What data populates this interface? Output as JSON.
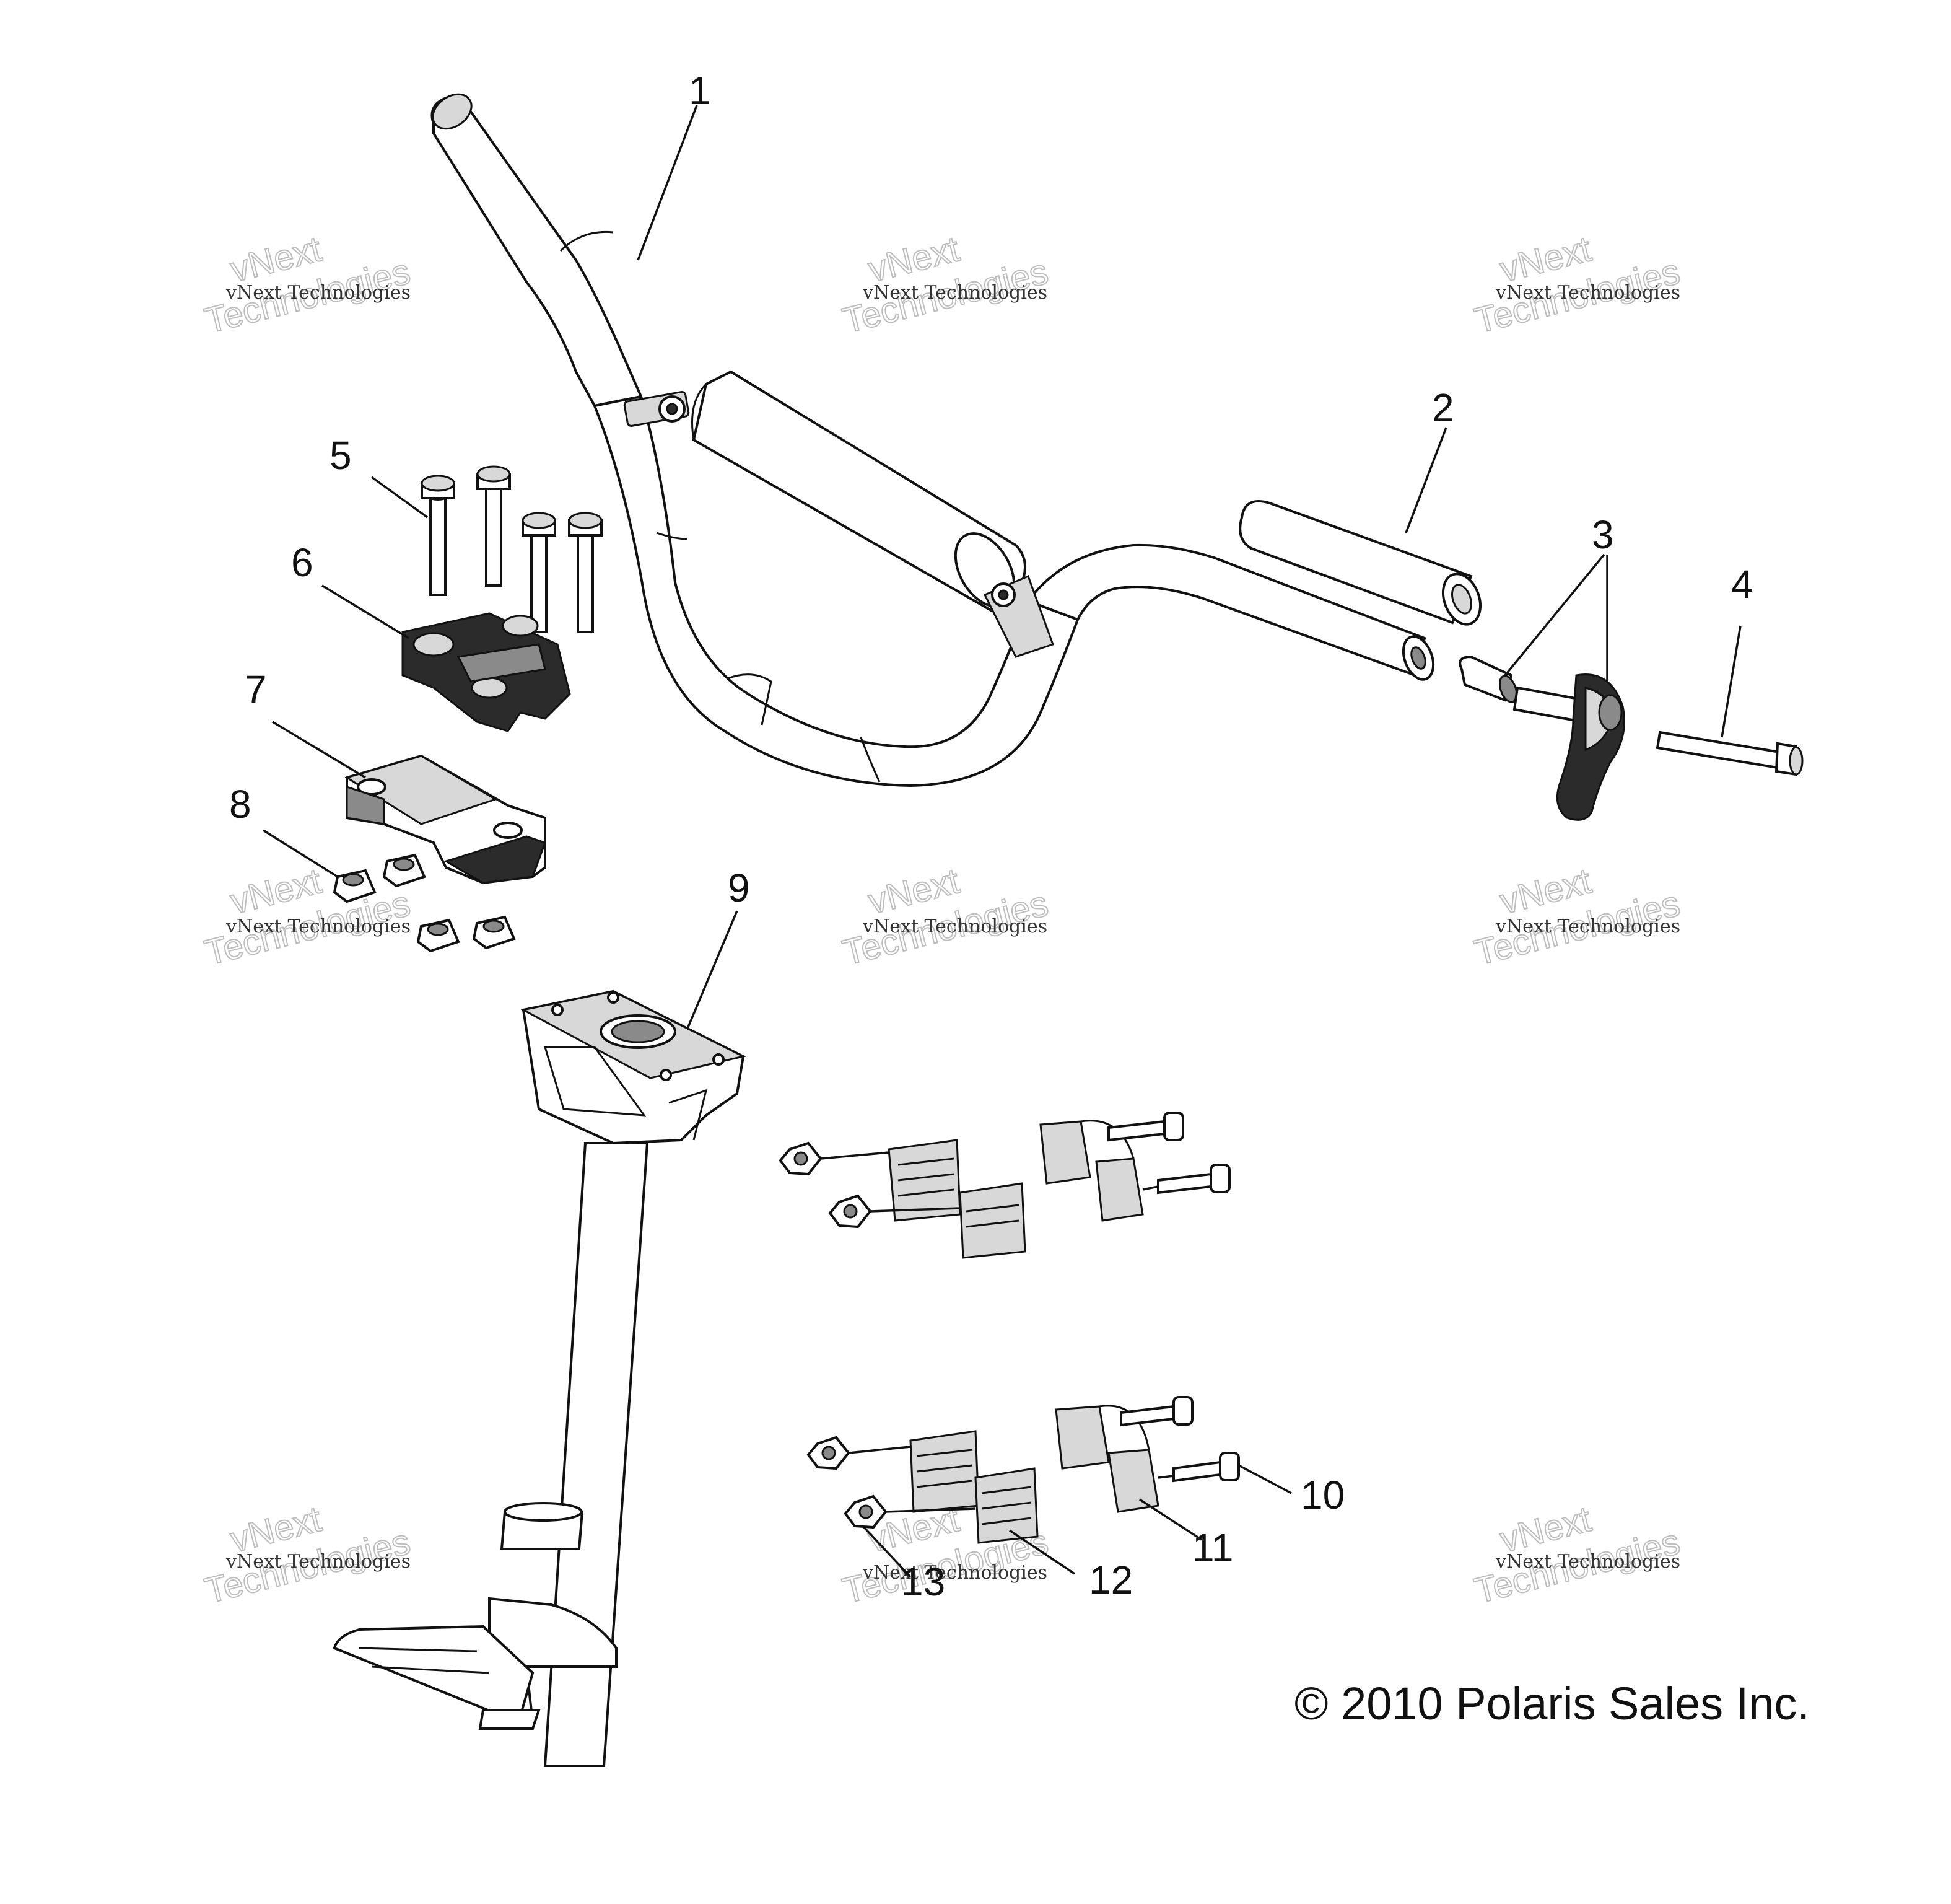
{
  "callouts": [
    {
      "id": "1",
      "label": "1"
    },
    {
      "id": "2",
      "label": "2"
    },
    {
      "id": "3",
      "label": "3"
    },
    {
      "id": "4",
      "label": "4"
    },
    {
      "id": "5",
      "label": "5"
    },
    {
      "id": "6",
      "label": "6"
    },
    {
      "id": "7",
      "label": "7"
    },
    {
      "id": "8",
      "label": "8"
    },
    {
      "id": "9",
      "label": "9"
    },
    {
      "id": "10",
      "label": "10"
    },
    {
      "id": "11",
      "label": "11"
    },
    {
      "id": "12",
      "label": "12"
    },
    {
      "id": "13",
      "label": "13"
    }
  ],
  "watermark": {
    "small_text": "vNext Technologies",
    "big_line1": "vNext",
    "big_line2": "Technologies"
  },
  "copyright": "© 2010 Polaris Sales Inc."
}
